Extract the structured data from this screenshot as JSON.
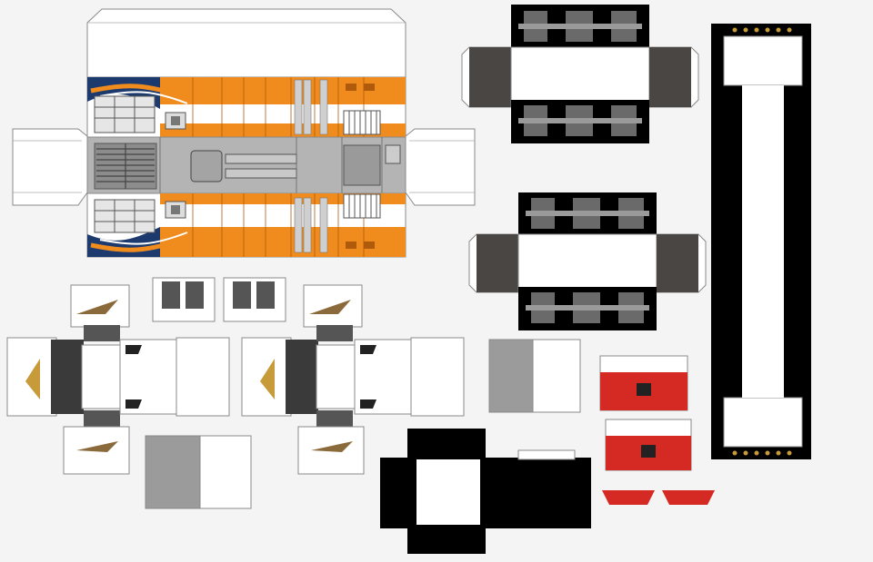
{
  "sheet": {
    "kind": "papercraft locomotive template",
    "colors": {
      "background": "#f4f4f4",
      "paper": "#ffffff",
      "outline": "#8a8a8a",
      "orange": "#f08c1e",
      "navy": "#1d3a6e",
      "body_grey": "#9b9b9b",
      "dark_panel": "#4a4644",
      "black": "#000000",
      "bogie_grey": "#6a6a6a",
      "red": "#d42a23",
      "gold": "#c79a3a"
    },
    "parts": [
      {
        "name": "locomotive-body-net"
      },
      {
        "name": "bogie-top-net"
      },
      {
        "name": "bogie-bottom-net"
      },
      {
        "name": "roof-strip"
      },
      {
        "name": "cab-net-left"
      },
      {
        "name": "cab-net-right"
      },
      {
        "name": "window-grille-pieces"
      },
      {
        "name": "small-box-nets"
      },
      {
        "name": "black-base-box"
      },
      {
        "name": "red-coupler-pieces"
      }
    ]
  }
}
